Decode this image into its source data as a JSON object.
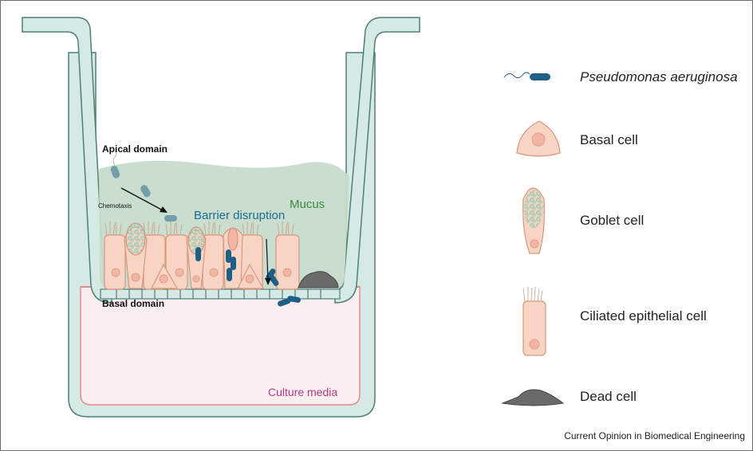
{
  "colors": {
    "insert_fill": "#d5e9e5",
    "insert_stroke": "#4f7f77",
    "mucus": "#c6dccc",
    "media": "#fbeef1",
    "cell_fill": "#f8d4c5",
    "cell_stroke": "#d9967c",
    "nucleus": "#f1b6a4",
    "bacterium": "#1f5f86",
    "dead_cell": "#6a6a6a",
    "membrane": "#e88a86"
  },
  "icons": [
    "bacterium-icon",
    "basal-cell-icon",
    "goblet-cell-icon",
    "ciliated-cell-icon",
    "dead-cell-icon"
  ],
  "labels": {
    "apical_domain": "Apical domain",
    "chemotaxis": "Chemotaxis",
    "barrier_disruption": "Barrier disruption",
    "mucus": "Mucus",
    "basal_domain": "Basal domain",
    "culture_media": "Culture media"
  },
  "legend": {
    "pseudomonas": "Pseudomonas aeruginosa",
    "basal_cell": "Basal cell",
    "goblet_cell": "Goblet cell",
    "ciliated_cell": "Ciliated epithelial cell",
    "dead_cell": "Dead cell"
  },
  "credit": "Current Opinion in Biomedical Engineering"
}
